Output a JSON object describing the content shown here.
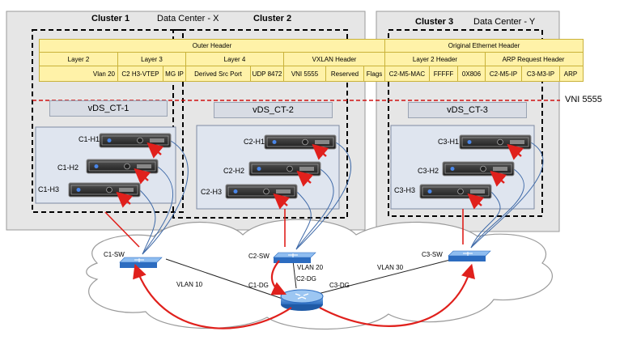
{
  "datacenters": [
    {
      "label": "Data Center - X"
    },
    {
      "label": "Data Center - Y"
    }
  ],
  "clusters": [
    {
      "label": "Cluster 1"
    },
    {
      "label": "Cluster 2"
    },
    {
      "label": "Cluster 3"
    }
  ],
  "header": {
    "outer": "Outer Header",
    "original": "Original Ethernet Header",
    "groups": [
      "Layer 2",
      "Layer 3",
      "Layer 4",
      "VXLAN Header",
      "Layer 2 Header",
      "ARP Request Header"
    ],
    "fields": [
      "Vlan 20",
      "C2 H3-VTEP",
      "MG IP",
      "Derived Src Port",
      "UDP 8472",
      "VNI 5555",
      "Reserved",
      "Flags",
      "C2-M5-MAC",
      "FFFFF",
      "0X806",
      "C2-M5-IP",
      "C3-M3-IP",
      "ARP"
    ]
  },
  "vni_label": "VNI 5555",
  "vds": [
    "vDS_CT-1",
    "vDS_CT-2",
    "vDS_CT-3"
  ],
  "hosts": [
    [
      "C1-H1",
      "C1-H2",
      "C1-H3"
    ],
    [
      "C2-H1",
      "C2-H2",
      "C2-H3"
    ],
    [
      "C3-H1",
      "C3-H2",
      "C3-H3"
    ]
  ],
  "switches": [
    "C1-SW",
    "C2-SW",
    "C3-SW"
  ],
  "router": "C2-DG",
  "links": [
    "C1-DG",
    "C3-DG"
  ],
  "vlans": [
    "VLAN 10",
    "VLAN 20",
    "VLAN 30"
  ],
  "colors": {
    "cluster_bg": "#e6e6e6",
    "header_bg": "#fff2a8",
    "header_border": "#c9b23a",
    "vds_bg": "#d8dce4",
    "host_panel_bg": "#dfe5ef",
    "arrow_red": "#e0201c",
    "cable_blue": "#3f6aa8",
    "vni_line": "#d01010"
  }
}
